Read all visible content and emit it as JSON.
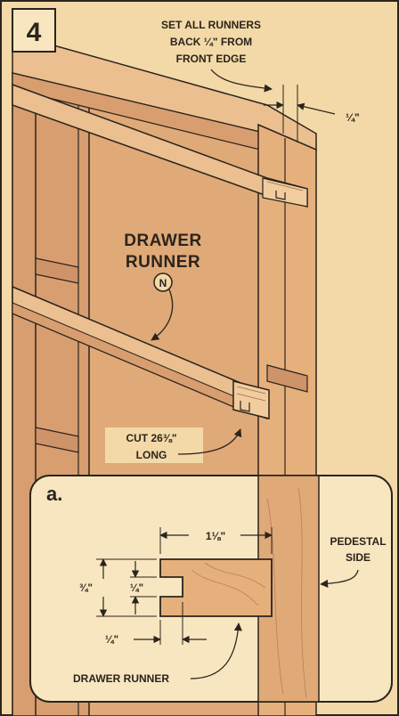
{
  "step_number": "4",
  "top_note": [
    "SET ALL RUNNERS",
    "BACK ¼\" FROM",
    "FRONT EDGE"
  ],
  "top_dimension": "¼\"",
  "main_part_label": [
    "DRAWER",
    "RUNNER"
  ],
  "part_key": "N",
  "cut_note": [
    "CUT 26⅜\"",
    "LONG"
  ],
  "detail": {
    "letter": "a.",
    "width_dim": "1⅛\"",
    "height_dim": "¾\"",
    "groove_dim": "¼\"",
    "groove_depth_dim": "¼\"",
    "pedestal_label": [
      "PEDESTAL",
      "SIDE"
    ],
    "runner_label": "DRAWER RUNNER"
  },
  "colors": {
    "background": "#f3d9a8",
    "wood": "#e0a978",
    "wood_dark": "#cf936a",
    "wood_light": "#ebbf90",
    "line": "#2a241c",
    "detail_bg": "#f8e6c0"
  }
}
